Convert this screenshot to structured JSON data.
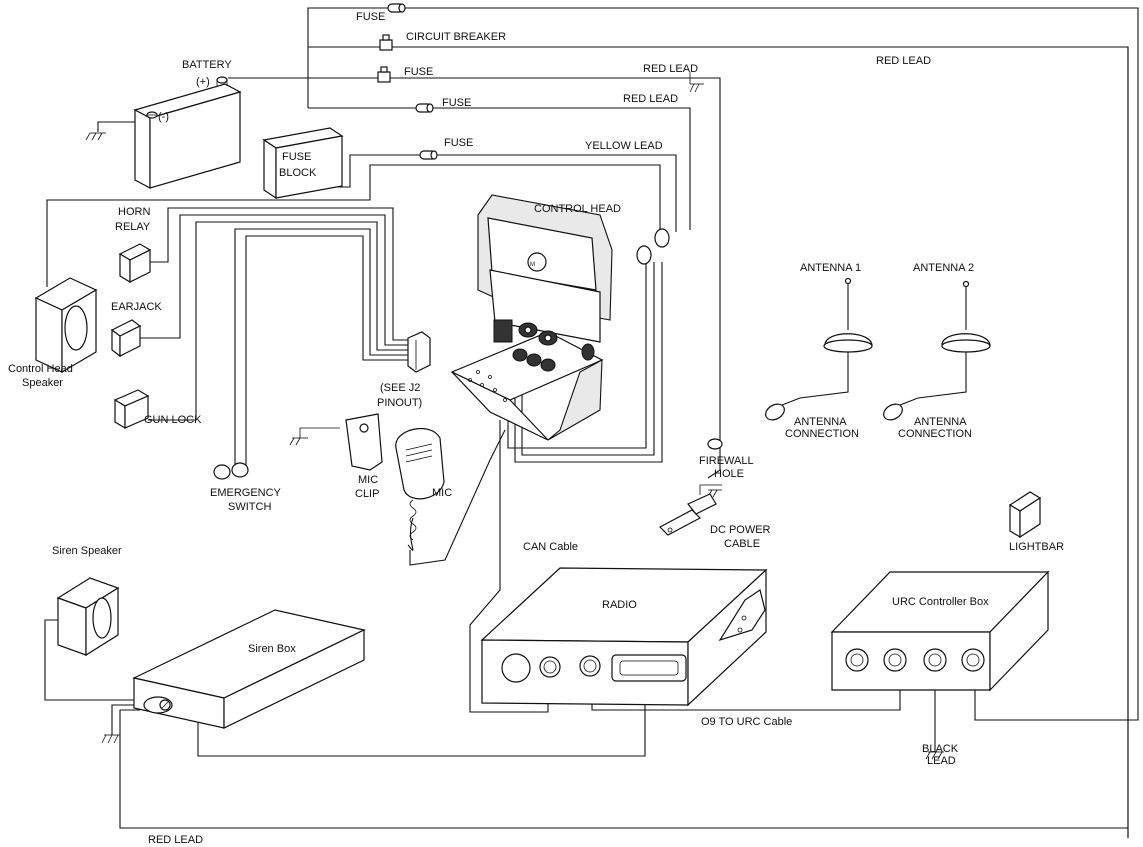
{
  "labels": {
    "fuse_top": "FUSE",
    "circuit_breaker": "CIRCUIT BREAKER",
    "fuse_2": "FUSE",
    "fuse_3": "FUSE",
    "fuse_4": "FUSE",
    "battery": "BATTERY",
    "battery_pos": "(+)",
    "battery_neg": "(-)",
    "fuse_block_1": "FUSE",
    "fuse_block_2": "BLOCK",
    "red_lead_1": "RED LEAD",
    "red_lead_2": "RED LEAD",
    "red_lead_3": "RED LEAD",
    "red_lead_bottom": "RED LEAD",
    "yellow_lead": "YELLOW LEAD",
    "control_head": "CONTROL HEAD",
    "horn_relay_1": "HORN",
    "horn_relay_2": "RELAY",
    "earjack": "EARJACK",
    "control_head_speaker_1": "Control Head",
    "control_head_speaker_2": "Speaker",
    "gun_lock": "GUN LOCK",
    "see_j2_1": "(SEE J2",
    "see_j2_2": "PINOUT)",
    "antenna_1": "ANTENNA 1",
    "antenna_2": "ANTENNA 2",
    "antenna_conn_1a": "ANTENNA",
    "antenna_conn_1b": "CONNECTION",
    "antenna_conn_2a": "ANTENNA",
    "antenna_conn_2b": "CONNECTION",
    "emergency_switch_1": "EMERGENCY",
    "emergency_switch_2": "SWITCH",
    "mic_clip_1": "MIC",
    "mic_clip_2": "CLIP",
    "mic": "MIC",
    "firewall_hole_1": "FIREWALL",
    "firewall_hole_2": "HOLE",
    "dc_power_1": "DC POWER",
    "dc_power_2": "CABLE",
    "lightbar": "LIGHTBAR",
    "siren_speaker": "Siren Speaker",
    "can_cable": "CAN Cable",
    "radio": "RADIO",
    "urc_box": "URC Controller Box",
    "siren_box": "Siren Box",
    "o9_cable": "O9 TO URC Cable",
    "black_lead_1": "BLACK",
    "black_lead_2": "LEAD"
  }
}
